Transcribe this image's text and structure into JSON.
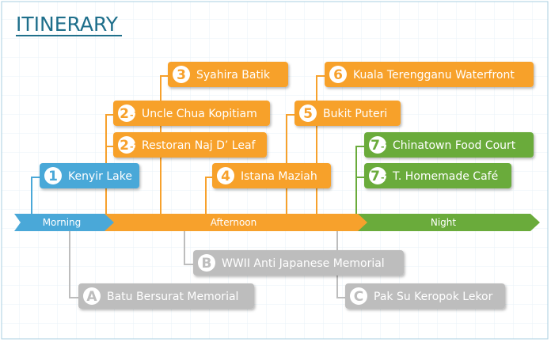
{
  "title": "ITINERARY",
  "colors": {
    "morning": "#4aa8d8",
    "afternoon": "#f7a12c",
    "night": "#6aab3b",
    "optional": "#bdbdbd",
    "title": "#1f6f8b",
    "frame": "#a9cfe0",
    "grid": "#e8f2f7"
  },
  "timeline": [
    {
      "id": "morning",
      "label": "Morning"
    },
    {
      "id": "afternoon",
      "label": "Afternoon"
    },
    {
      "id": "night",
      "label": "Night"
    }
  ],
  "stops": [
    {
      "id": "s1",
      "num": "1",
      "sub": "",
      "label": "Kenyir Lake",
      "color": "morning"
    },
    {
      "id": "s2-1",
      "num": "2",
      "sub": "-1",
      "label": "Uncle Chua Kopitiam",
      "color": "afternoon"
    },
    {
      "id": "s2-2",
      "num": "2",
      "sub": "-2",
      "label": "Restoran Naj D’ Leaf",
      "color": "afternoon"
    },
    {
      "id": "s3",
      "num": "3",
      "sub": "",
      "label": "Syahira Batik",
      "color": "afternoon"
    },
    {
      "id": "s4",
      "num": "4",
      "sub": "",
      "label": "Istana Maziah",
      "color": "afternoon"
    },
    {
      "id": "s5",
      "num": "5",
      "sub": "",
      "label": "Bukit Puteri",
      "color": "afternoon"
    },
    {
      "id": "s6",
      "num": "6",
      "sub": "",
      "label": "Kuala Terengganu Waterfront",
      "color": "afternoon"
    },
    {
      "id": "s7-1",
      "num": "7",
      "sub": "-1",
      "label": "Chinatown Food Court",
      "color": "night"
    },
    {
      "id": "s7-2",
      "num": "7",
      "sub": "-2",
      "label": "T. Homemade Café",
      "color": "night"
    },
    {
      "id": "sA",
      "num": "A",
      "sub": "",
      "label": "Batu Bersurat Memorial",
      "color": "optional"
    },
    {
      "id": "sB",
      "num": "B",
      "sub": "",
      "label": "WWII Anti Japanese Memorial",
      "color": "optional"
    },
    {
      "id": "sC",
      "num": "C",
      "sub": "",
      "label": "Pak Su Keropok Lekor",
      "color": "optional"
    }
  ]
}
